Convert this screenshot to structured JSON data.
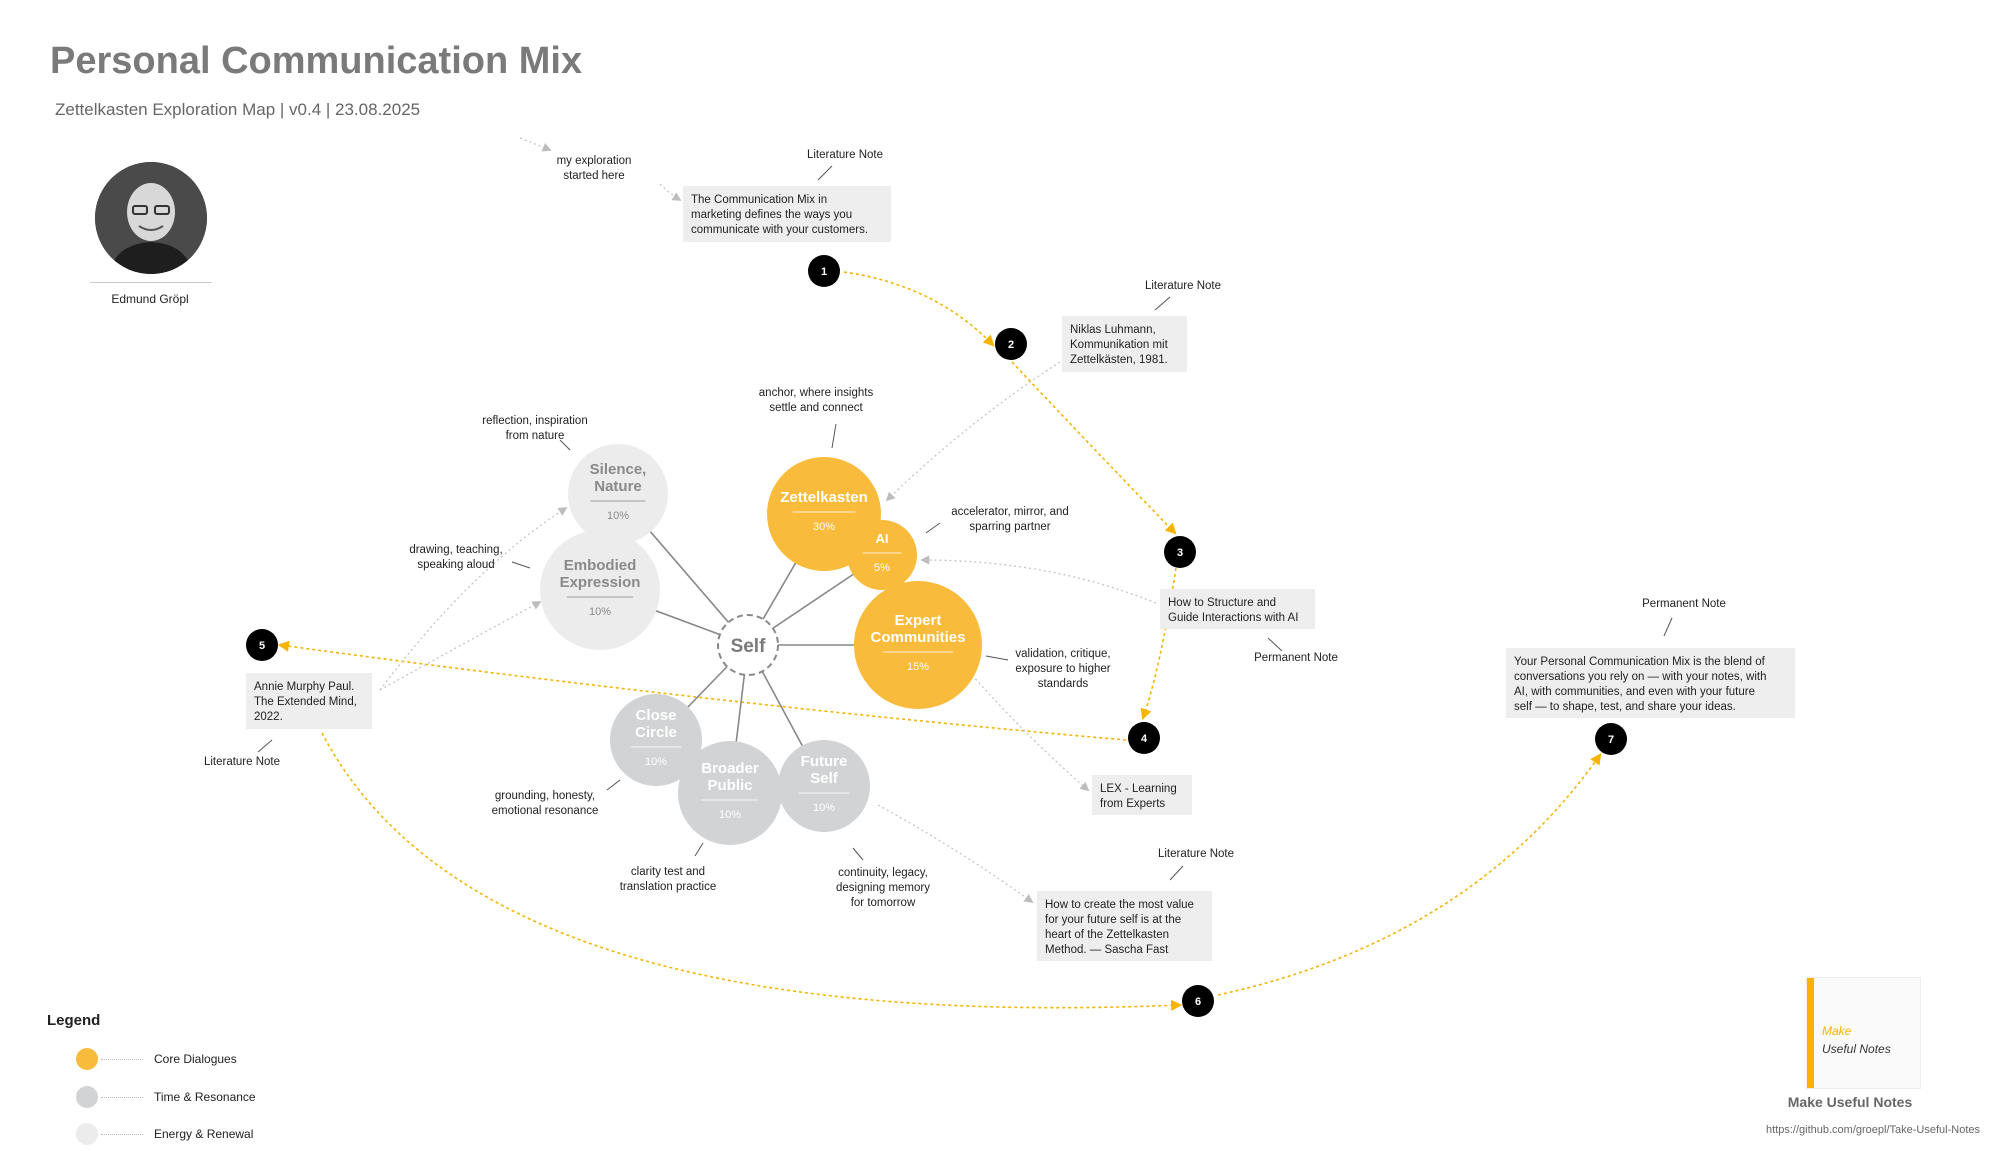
{
  "header": {
    "title": "Personal Communication Mix",
    "subtitle": "Zettelkasten Exploration Map | v0.4 | 23.08.2025"
  },
  "author": {
    "name": "Edmund Gröpl"
  },
  "colors": {
    "core": "#f9bb3b",
    "time": "#d1d3d4",
    "energy": "#ececec",
    "step": "#000000",
    "path": "#f6b400"
  },
  "center": {
    "label": "Self"
  },
  "circles": [
    {
      "id": "zettelkasten",
      "lines": [
        "Zettelkasten"
      ],
      "pct": "30%",
      "group": "core",
      "note": [
        "anchor, where insights",
        "settle and connect"
      ]
    },
    {
      "id": "ai",
      "lines": [
        "AI"
      ],
      "pct": "5%",
      "group": "core",
      "note": [
        "accelerator, mirror, and",
        "sparring partner"
      ]
    },
    {
      "id": "expert-communities",
      "lines": [
        "Expert",
        "Communities"
      ],
      "pct": "15%",
      "group": "core",
      "note": [
        "validation, critique,",
        "exposure to higher",
        "standards"
      ]
    },
    {
      "id": "silence-nature",
      "lines": [
        "Silence,",
        "Nature"
      ],
      "pct": "10%",
      "group": "energy",
      "note": [
        "reflection, inspiration",
        "from nature"
      ]
    },
    {
      "id": "embodied-expression",
      "lines": [
        "Embodied",
        "Expression"
      ],
      "pct": "10%",
      "group": "energy",
      "note": [
        "drawing, teaching,",
        "speaking aloud"
      ]
    },
    {
      "id": "close-circle",
      "lines": [
        "Close",
        "Circle"
      ],
      "pct": "10%",
      "group": "time",
      "note": [
        "grounding, honesty,",
        "emotional resonance"
      ]
    },
    {
      "id": "broader-public",
      "lines": [
        "Broader",
        "Public"
      ],
      "pct": "10%",
      "group": "time",
      "note": [
        "clarity test and",
        "translation practice"
      ]
    },
    {
      "id": "future-self",
      "lines": [
        "Future",
        "Self"
      ],
      "pct": "10%",
      "group": "time",
      "note": [
        "continuity, legacy,",
        "designing memory",
        "for tomorrow"
      ]
    }
  ],
  "notes": [
    {
      "id": "comm-mix",
      "text": [
        "The Communication Mix in",
        "marketing defines the ways you",
        "communicate with your customers."
      ],
      "type": "Literature Note"
    },
    {
      "id": "luhmann",
      "text": [
        "Niklas Luhmann,",
        "Kommunikation mit",
        "Zettelkästen, 1981."
      ],
      "type": "Literature Note"
    },
    {
      "id": "structure-ai",
      "text": [
        "How to Structure and",
        "Guide Interactions with AI"
      ],
      "type": "Permanent Note"
    },
    {
      "id": "lex",
      "text": [
        "LEX - Learning",
        "from Experts"
      ],
      "type": ""
    },
    {
      "id": "annie",
      "text": [
        "Annie Murphy Paul.",
        "The Extended Mind,",
        "2022."
      ],
      "type": "Literature Note"
    },
    {
      "id": "future-value",
      "text": [
        "How to create the most value",
        "for your future self is at the",
        "heart of the Zettelkasten",
        "Method.  — Sascha Fast"
      ],
      "type": "Literature Note"
    },
    {
      "id": "pcm",
      "text": [
        "Your Personal Communication Mix is the blend of",
        "conversations you rely on — with your notes, with",
        "AI, with communities, and even with your future",
        "self — to shape, test, and share your ideas."
      ],
      "type": "Permanent Note"
    }
  ],
  "start_note": [
    "my exploration",
    "started here"
  ],
  "steps": [
    "1",
    "2",
    "3",
    "4",
    "5",
    "6",
    "7"
  ],
  "legend": {
    "title": "Legend",
    "items": [
      {
        "label": "Core Dialogues",
        "color": "#f9bb3b"
      },
      {
        "label": "Time & Resonance",
        "color": "#d1d3d4"
      },
      {
        "label": "Energy & Renewal",
        "color": "#ececec"
      }
    ]
  },
  "footer": {
    "book_line1": "Make",
    "book_line2": "Useful Notes",
    "brand": "Make Useful Notes",
    "url": "https://github.com/groepl/Take-Useful-Notes"
  }
}
